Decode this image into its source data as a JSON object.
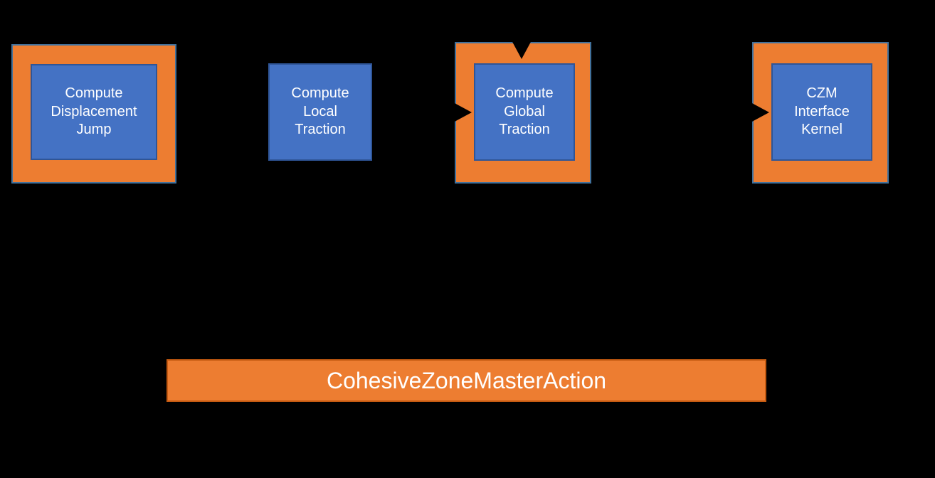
{
  "diagram": {
    "background_color": "#000000",
    "palette": {
      "outer_fill": "#ED7D31",
      "outer_stroke": "#41719C",
      "inner_fill": "#4472C4",
      "inner_stroke": "#2F5597",
      "text_color": "#FFFFFF",
      "connector_color": "#000000"
    },
    "nodes": [
      {
        "id": "compute-displacement-jump",
        "label": "Compute\nDisplacement\nJump",
        "has_outer_wrapper": true
      },
      {
        "id": "compute-local-traction",
        "label": "Compute\nLocal\nTraction",
        "has_outer_wrapper": false
      },
      {
        "id": "compute-global-traction",
        "label": "Compute\nGlobal\nTraction",
        "has_outer_wrapper": true
      },
      {
        "id": "czm-interface-kernel",
        "label": "CZM\nInterface\nKernel",
        "has_outer_wrapper": true
      }
    ],
    "action_bar": {
      "id": "cohesive-zone-master-action",
      "label": "CohesiveZoneMasterAction"
    },
    "connectors": [
      {
        "id": "inflow-to-displacement-jump",
        "from": "top",
        "to": "compute-displacement-jump",
        "arrowhead": false
      },
      {
        "id": "displacement-jump-to-local-traction",
        "from": "compute-displacement-jump",
        "to": "compute-local-traction",
        "arrowhead": false
      },
      {
        "id": "local-traction-to-global-traction",
        "from": "compute-local-traction",
        "to": "compute-global-traction",
        "arrowhead": true
      },
      {
        "id": "inflow-to-global-traction",
        "from": "top",
        "to": "compute-global-traction",
        "arrowhead": true
      },
      {
        "id": "global-traction-to-czm-kernel",
        "from": "compute-global-traction",
        "to": "czm-interface-kernel",
        "arrowhead": true
      }
    ]
  }
}
